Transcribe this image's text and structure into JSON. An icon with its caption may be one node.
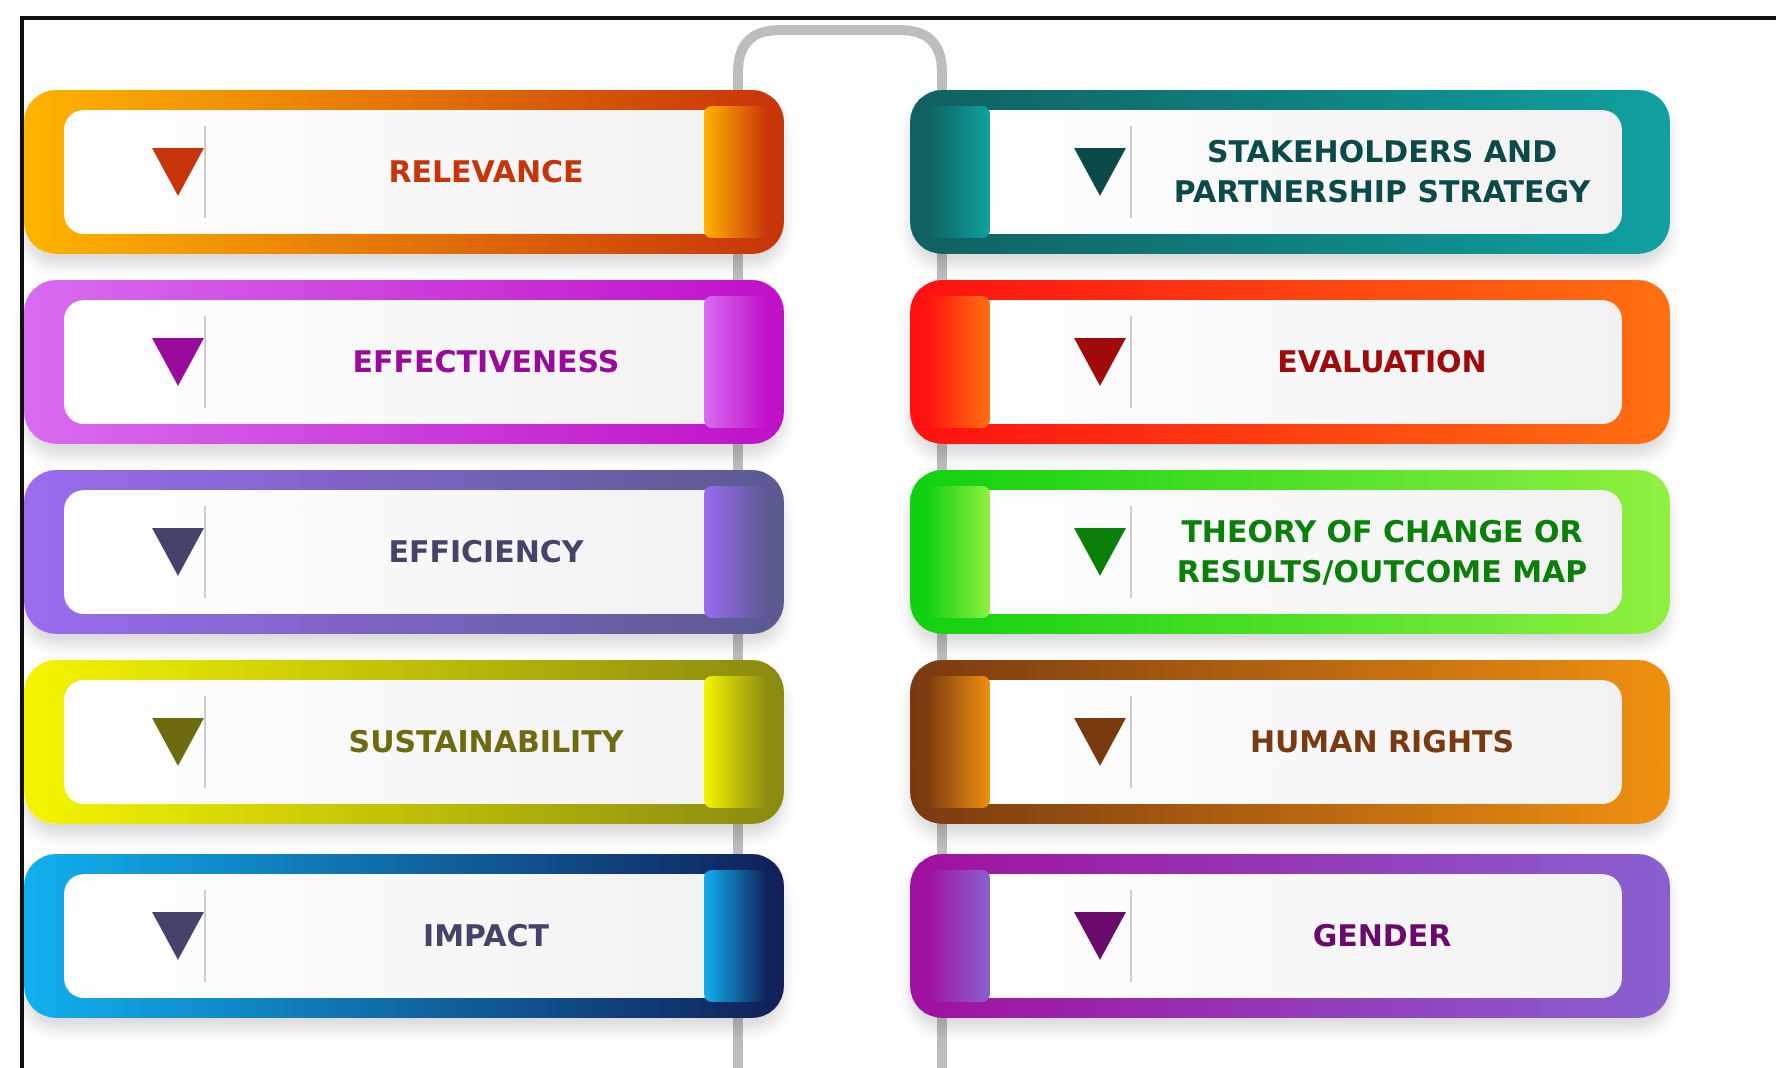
{
  "diagram": {
    "nodes": [
      {
        "text": [
          "RELEVANCE"
        ]
      },
      {
        "text": [
          "EFFECTIVENESS"
        ]
      },
      {
        "text": [
          "EFFICIENCY"
        ]
      },
      {
        "text": [
          "SUSTAINABILITY"
        ]
      },
      {
        "text": [
          "IMPACT"
        ]
      },
      {
        "text": [
          "STAKEHOLDERS AND PARTNERSHIP STRATEGY"
        ]
      },
      {
        "text": [
          "EVALUATION"
        ]
      },
      {
        "text": [
          "THEORY OF CHANGE OR RESULTS/OUTCOME MAP"
        ]
      },
      {
        "text": [
          "HUMAN RIGHTS"
        ]
      },
      {
        "text": [
          "GENDER"
        ]
      }
    ]
  }
}
